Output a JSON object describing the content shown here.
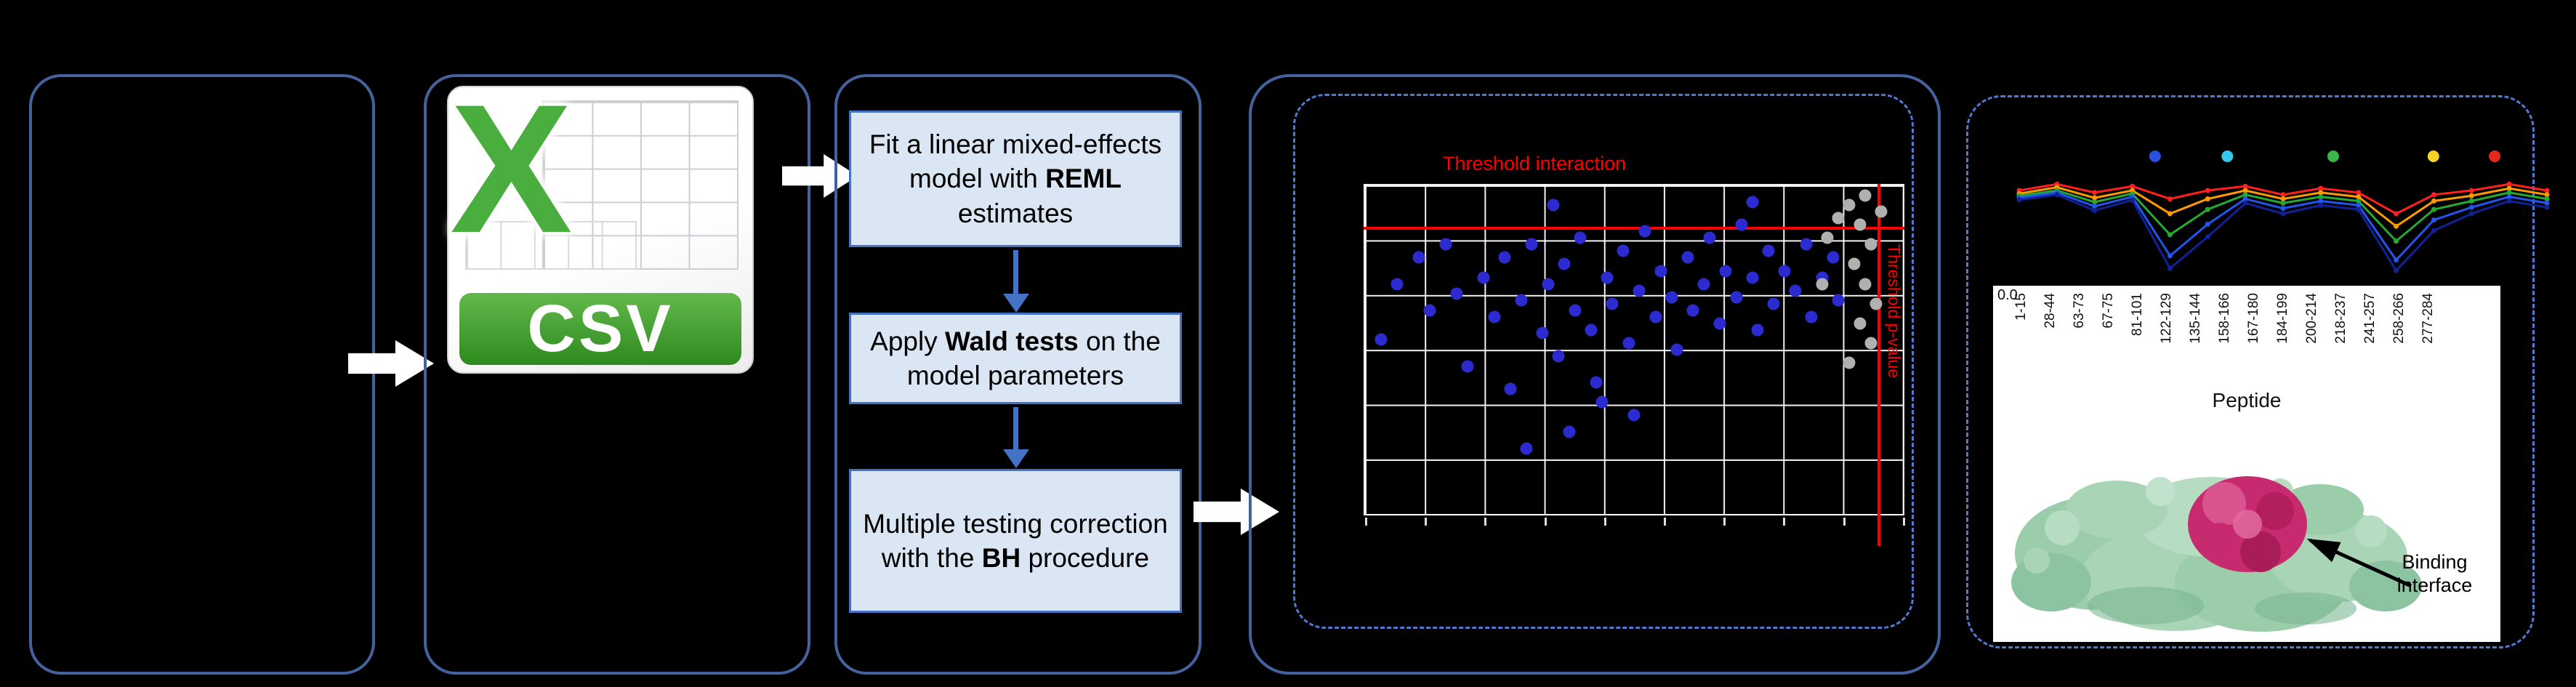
{
  "figure": {
    "csv": {
      "x_letter": "X",
      "label": "CSV"
    },
    "steps": [
      {
        "segments": [
          {
            "t": "Fit a linear mixed-effects model with ",
            "b": false
          },
          {
            "t": "REML",
            "b": true
          },
          {
            "t": " estimates",
            "b": false
          }
        ]
      },
      {
        "segments": [
          {
            "t": "Apply ",
            "b": false
          },
          {
            "t": "Wald tests",
            "b": true
          },
          {
            "t": " on the model parameters",
            "b": false
          }
        ]
      },
      {
        "segments": [
          {
            "t": "Multiple testing correction with the ",
            "b": false
          },
          {
            "t": "BH",
            "b": true
          },
          {
            "t": " procedure",
            "b": false
          }
        ]
      }
    ],
    "protein_label": "Binding interface"
  },
  "chart_data": [
    {
      "type": "scatter",
      "title": "",
      "grid": true,
      "annotations": {
        "top": "Threshold interaction",
        "right": "Threshold p-value"
      },
      "threshold": {
        "h_y": 0.125,
        "v_x": 0.953
      },
      "series": [
        {
          "name": "significant-points",
          "color": "#2b2bd0",
          "points": [
            [
              0.03,
              0.47
            ],
            [
              0.06,
              0.3
            ],
            [
              0.1,
              0.22
            ],
            [
              0.12,
              0.38
            ],
            [
              0.15,
              0.18
            ],
            [
              0.17,
              0.33
            ],
            [
              0.19,
              0.55
            ],
            [
              0.22,
              0.28
            ],
            [
              0.24,
              0.4
            ],
            [
              0.26,
              0.22
            ],
            [
              0.27,
              0.62
            ],
            [
              0.29,
              0.35
            ],
            [
              0.31,
              0.18
            ],
            [
              0.33,
              0.45
            ],
            [
              0.34,
              0.3
            ],
            [
              0.36,
              0.52
            ],
            [
              0.37,
              0.24
            ],
            [
              0.39,
              0.38
            ],
            [
              0.4,
              0.16
            ],
            [
              0.42,
              0.44
            ],
            [
              0.43,
              0.6
            ],
            [
              0.45,
              0.28
            ],
            [
              0.46,
              0.36
            ],
            [
              0.48,
              0.2
            ],
            [
              0.49,
              0.48
            ],
            [
              0.51,
              0.32
            ],
            [
              0.52,
              0.14
            ],
            [
              0.54,
              0.4
            ],
            [
              0.55,
              0.26
            ],
            [
              0.57,
              0.34
            ],
            [
              0.58,
              0.5
            ],
            [
              0.6,
              0.22
            ],
            [
              0.61,
              0.38
            ],
            [
              0.63,
              0.3
            ],
            [
              0.64,
              0.16
            ],
            [
              0.66,
              0.42
            ],
            [
              0.67,
              0.26
            ],
            [
              0.69,
              0.34
            ],
            [
              0.7,
              0.12
            ],
            [
              0.72,
              0.28
            ],
            [
              0.73,
              0.44
            ],
            [
              0.75,
              0.2
            ],
            [
              0.76,
              0.36
            ],
            [
              0.78,
              0.26
            ],
            [
              0.8,
              0.32
            ],
            [
              0.82,
              0.18
            ],
            [
              0.83,
              0.4
            ],
            [
              0.85,
              0.28
            ],
            [
              0.87,
              0.22
            ],
            [
              0.35,
              0.06
            ],
            [
              0.72,
              0.05
            ],
            [
              0.5,
              0.7
            ],
            [
              0.38,
              0.75
            ],
            [
              0.3,
              0.8
            ],
            [
              0.44,
              0.66
            ],
            [
              0.88,
              0.35
            ]
          ]
        },
        {
          "name": "nonsignificant-points",
          "color": "#b0b0b0",
          "points": [
            [
              0.93,
              0.03
            ],
            [
              0.9,
              0.06
            ],
            [
              0.96,
              0.08
            ],
            [
              0.88,
              0.1
            ],
            [
              0.92,
              0.12
            ],
            [
              0.94,
              0.18
            ],
            [
              0.86,
              0.16
            ],
            [
              0.91,
              0.24
            ],
            [
              0.93,
              0.3
            ],
            [
              0.85,
              0.3
            ],
            [
              0.95,
              0.36
            ],
            [
              0.92,
              0.42
            ],
            [
              0.94,
              0.48
            ],
            [
              0.9,
              0.54
            ]
          ]
        }
      ]
    },
    {
      "type": "line",
      "categories": [
        "1-15",
        "28-44",
        "63-73",
        "67-75",
        "81-101",
        "122-129",
        "135-144",
        "158-166",
        "167-180",
        "184-199",
        "200-214",
        "218-237",
        "241-257",
        "258-266",
        "277-284"
      ],
      "xlabel": "Peptide",
      "y_tick_label": "0.0",
      "ylim": [
        0,
        1
      ],
      "legend_dot_colors": [
        "#2b50e0",
        "#35c8e8",
        "#3bb54a",
        "#f5d327",
        "#e8281e"
      ],
      "legend_dot_x": [
        0.27,
        0.4,
        0.59,
        0.77,
        0.88
      ],
      "series": [
        {
          "name": "series-red",
          "color": "#ff1f1f",
          "values": [
            0.8,
            0.86,
            0.78,
            0.84,
            0.72,
            0.8,
            0.84,
            0.76,
            0.82,
            0.78,
            0.58,
            0.76,
            0.8,
            0.86,
            0.8
          ]
        },
        {
          "name": "series-orange",
          "color": "#ff9900",
          "values": [
            0.77,
            0.83,
            0.73,
            0.8,
            0.58,
            0.72,
            0.8,
            0.72,
            0.78,
            0.74,
            0.46,
            0.7,
            0.75,
            0.82,
            0.76
          ]
        },
        {
          "name": "series-green",
          "color": "#22aa33",
          "values": [
            0.75,
            0.8,
            0.69,
            0.77,
            0.38,
            0.62,
            0.76,
            0.68,
            0.74,
            0.7,
            0.32,
            0.62,
            0.7,
            0.78,
            0.72
          ]
        },
        {
          "name": "series-blue",
          "color": "#2255ee",
          "values": [
            0.73,
            0.78,
            0.65,
            0.74,
            0.18,
            0.48,
            0.72,
            0.63,
            0.7,
            0.66,
            0.14,
            0.52,
            0.64,
            0.74,
            0.68
          ]
        },
        {
          "name": "series-navy",
          "color": "#112299",
          "values": [
            0.71,
            0.76,
            0.61,
            0.71,
            0.06,
            0.36,
            0.68,
            0.58,
            0.66,
            0.62,
            0.04,
            0.42,
            0.58,
            0.7,
            0.64
          ]
        }
      ]
    }
  ]
}
